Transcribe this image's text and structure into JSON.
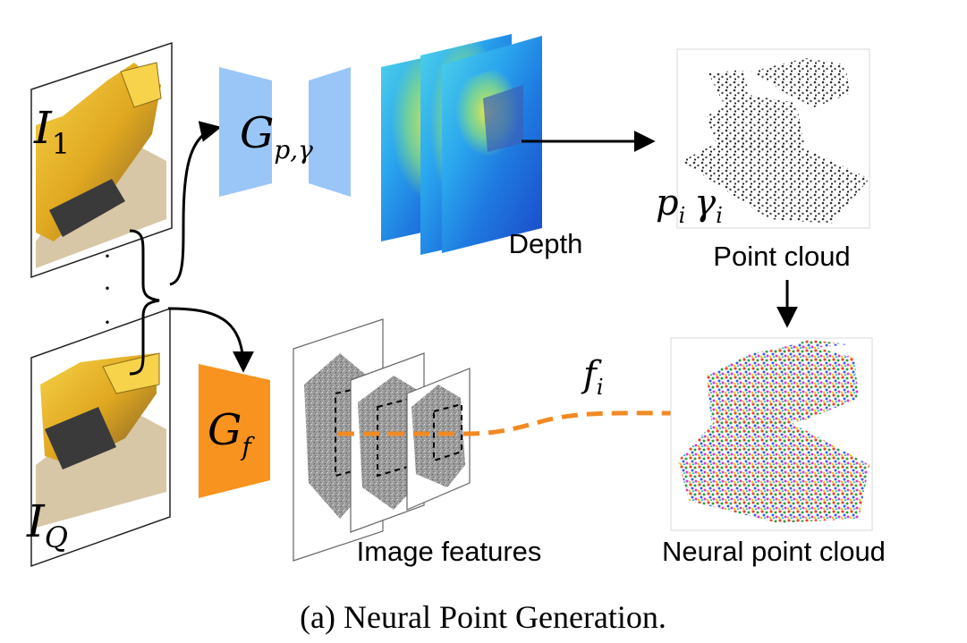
{
  "labels": {
    "i1": "I",
    "i1_sub": "1",
    "iq": "I",
    "iq_sub": "Q",
    "gp_main": "G",
    "gp_sub": "p,γ",
    "gf_main": "G",
    "gf_sub": "f",
    "depth": "Depth",
    "point_cloud": "Point cloud",
    "pi": "p",
    "pi_sub": "i",
    "gamma": "γ",
    "gamma_sub": "i",
    "fi": "f",
    "fi_sub": "i",
    "image_features": "Image features",
    "neural_point_cloud": "Neural point cloud",
    "dots": "·"
  },
  "caption": "(a) Neural Point Generation.",
  "colors": {
    "encoder_blue": "#99c6f6",
    "encoder_orange": "#f7931e",
    "feature_arrow": "#f28a24",
    "arrow": "#000000"
  }
}
